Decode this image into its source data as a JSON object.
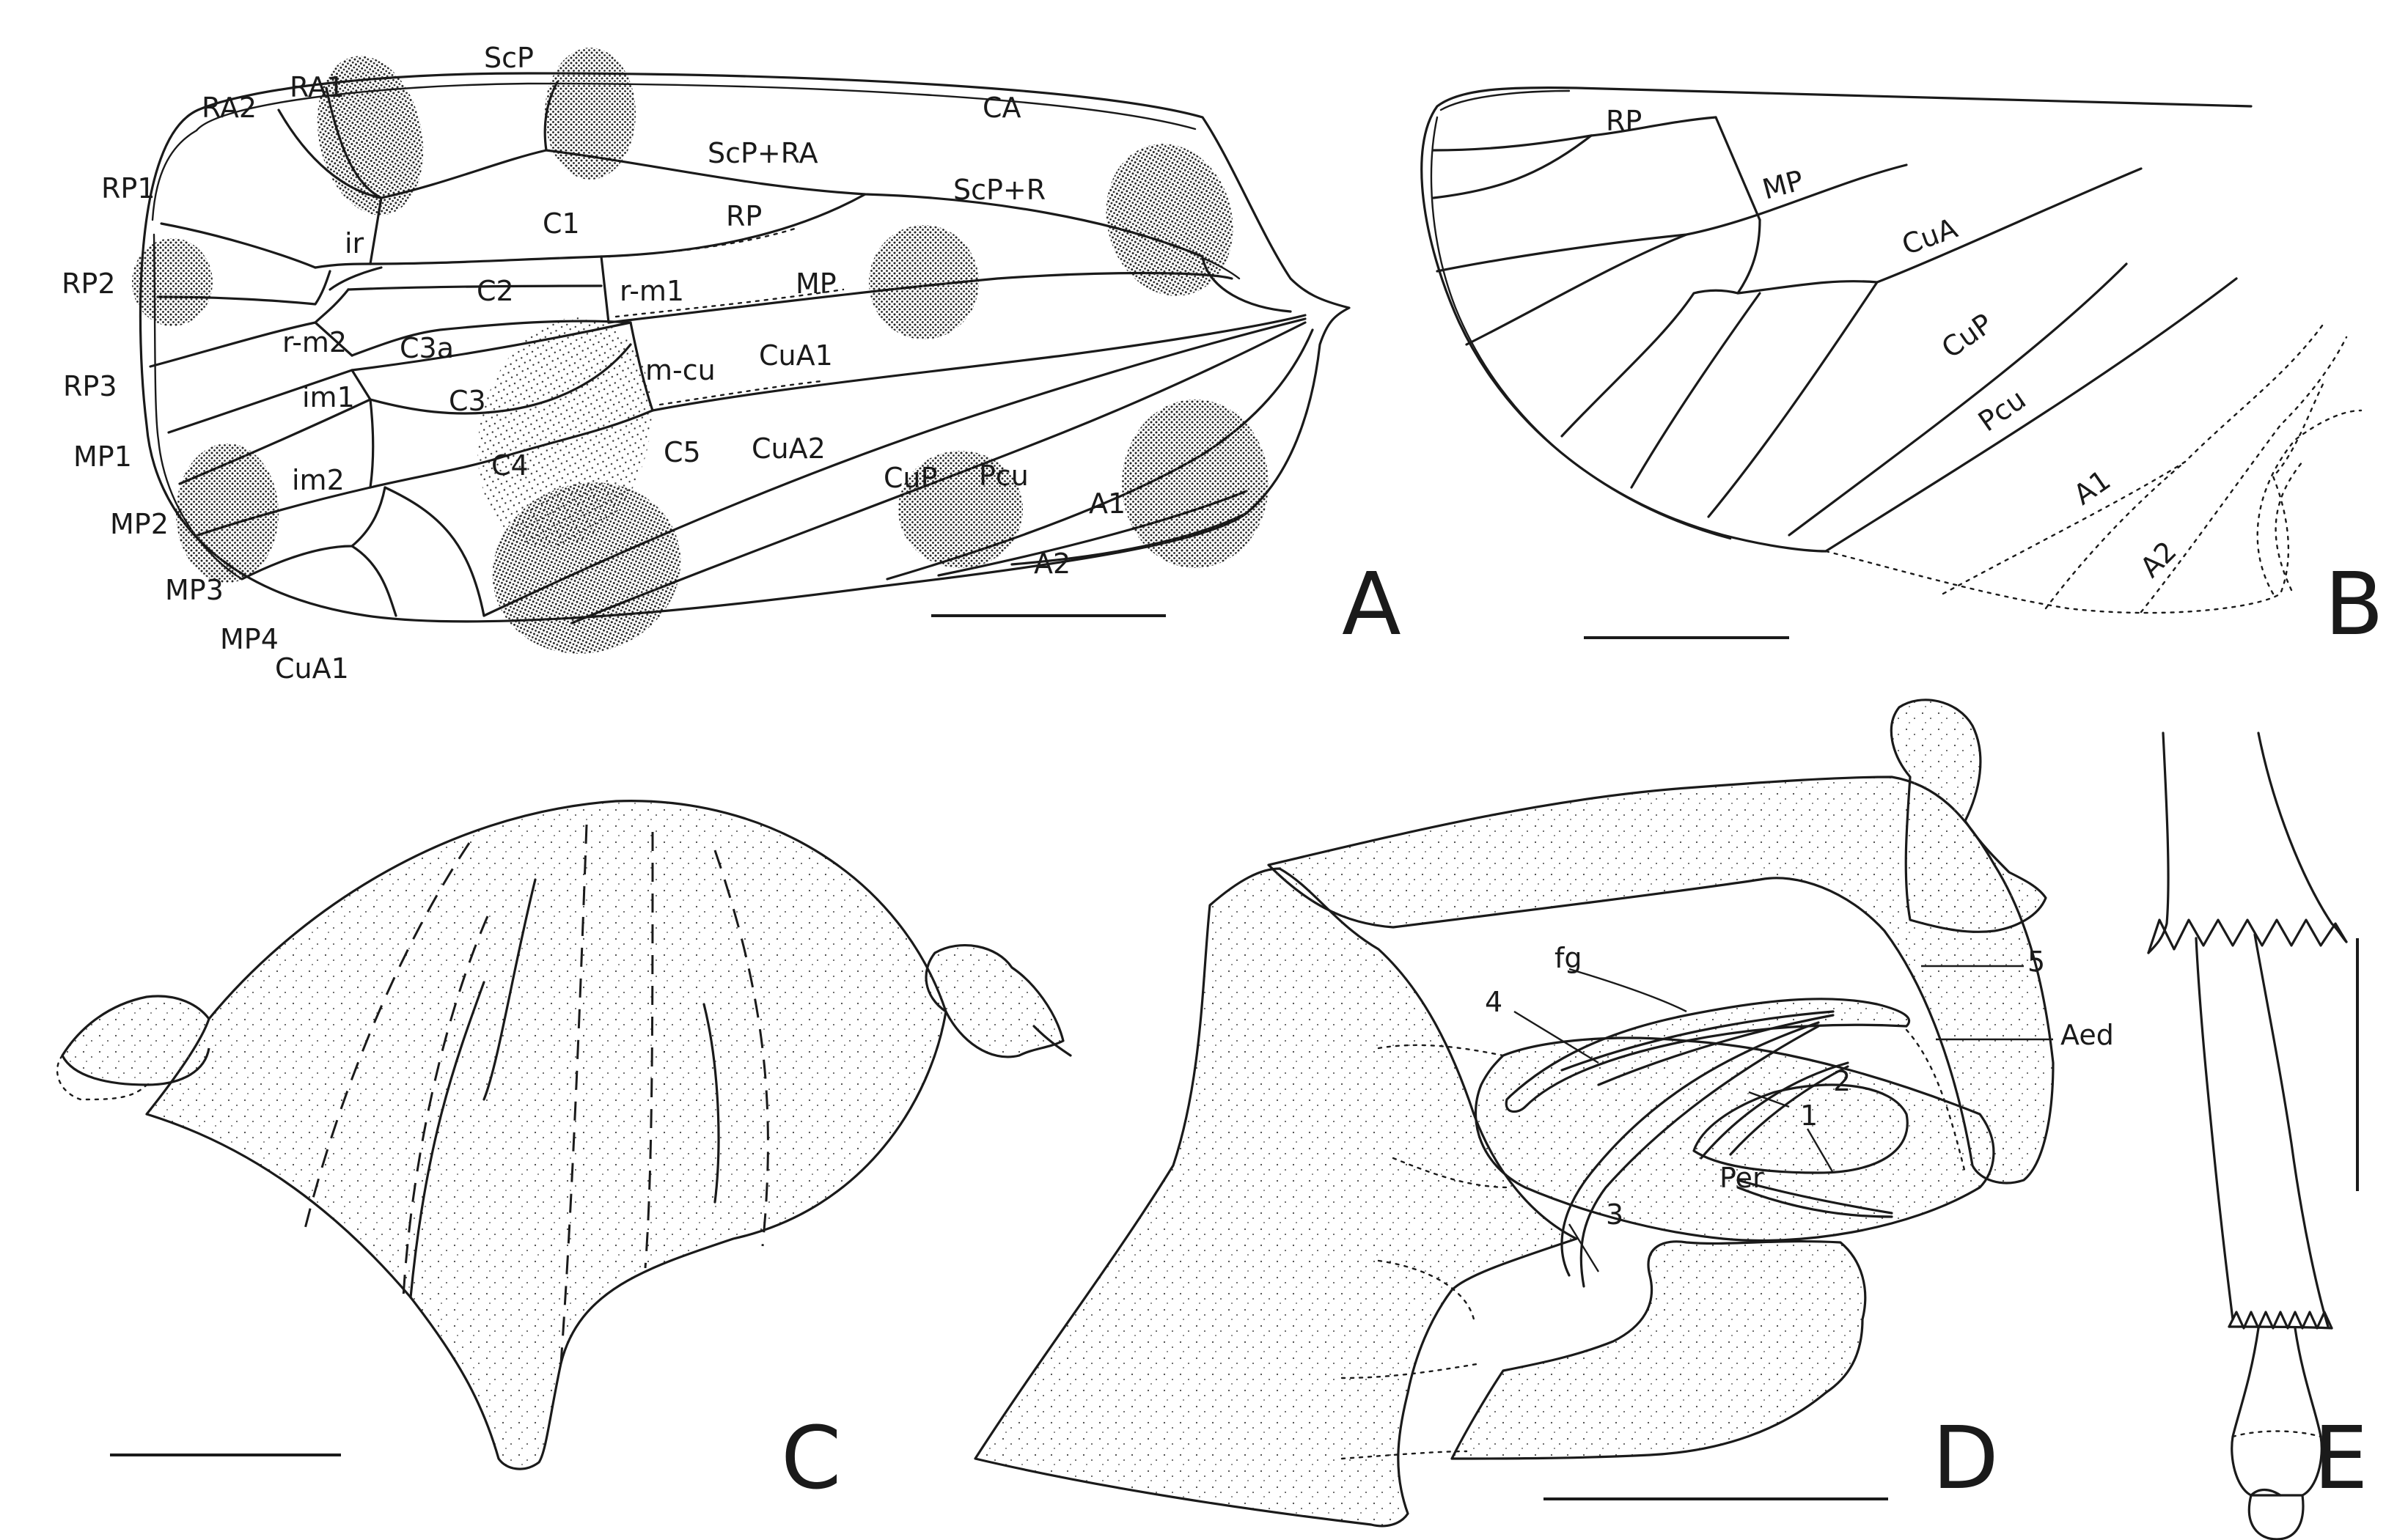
{
  "panels": {
    "A": "A",
    "B": "B",
    "C": "C",
    "D": "D",
    "E": "E"
  },
  "forewing_labels": {
    "scp": "ScP",
    "ra1": "RA1",
    "ra2": "RA2",
    "ca": "CA",
    "rp1": "RP1",
    "rp2": "RP2",
    "rp3": "RP3",
    "mp1": "MP1",
    "mp2": "MP2",
    "mp3": "MP3",
    "mp4": "MP4",
    "cua1_margin": "CuA1",
    "scp_ra": "ScP+RA",
    "scp_r": "ScP+R",
    "ir": "ir",
    "c1": "C1",
    "rp": "RP",
    "c2": "C2",
    "rm1": "r-m1",
    "mp": "MP",
    "rm2": "r-m2",
    "c3a": "C3a",
    "mcu": "m-cu",
    "cua1": "CuA1",
    "im1": "im1",
    "c3": "C3",
    "c4": "C4",
    "c5": "C5",
    "cua2": "CuA2",
    "cup": "CuP",
    "pcu": "Pcu",
    "im2": "im2",
    "a1": "A1",
    "a2": "A2"
  },
  "hindwing_labels": {
    "rp": "RP",
    "mp": "MP",
    "cua": "CuA",
    "cup": "CuP",
    "pcu": "Pcu",
    "a1": "A1",
    "a2": "A2"
  },
  "genitalia_labels": {
    "fg": "fg",
    "n4": "4",
    "n5": "5",
    "aed": "Aed",
    "n2": "2",
    "n1": "1",
    "per": "Per",
    "n3": "3"
  },
  "colors": {
    "ink": "#1a1a1a",
    "background": "#ffffff"
  }
}
